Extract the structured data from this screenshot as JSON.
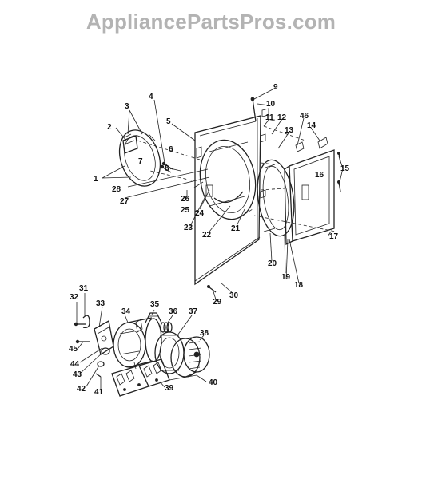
{
  "watermark": "AppliancePartsPros.com",
  "callouts": [
    {
      "label": "1"
    },
    {
      "label": "2"
    },
    {
      "label": "3"
    },
    {
      "label": "4"
    },
    {
      "label": "5"
    },
    {
      "label": "6"
    },
    {
      "label": "7"
    },
    {
      "label": "8"
    },
    {
      "label": "9"
    },
    {
      "label": "10"
    },
    {
      "label": "11"
    },
    {
      "label": "12"
    },
    {
      "label": "13"
    },
    {
      "label": "14"
    },
    {
      "label": "15"
    },
    {
      "label": "16"
    },
    {
      "label": "17"
    },
    {
      "label": "18"
    },
    {
      "label": "19"
    },
    {
      "label": "20"
    },
    {
      "label": "21"
    },
    {
      "label": "22"
    },
    {
      "label": "23"
    },
    {
      "label": "24"
    },
    {
      "label": "25"
    },
    {
      "label": "26"
    },
    {
      "label": "27"
    },
    {
      "label": "28"
    },
    {
      "label": "29"
    },
    {
      "label": "30"
    },
    {
      "label": "31"
    },
    {
      "label": "32"
    },
    {
      "label": "33"
    },
    {
      "label": "34"
    },
    {
      "label": "35"
    },
    {
      "label": "36"
    },
    {
      "label": "37"
    },
    {
      "label": "38"
    },
    {
      "label": "39"
    },
    {
      "label": "40"
    },
    {
      "label": "41"
    },
    {
      "label": "42"
    },
    {
      "label": "43"
    },
    {
      "label": "44"
    },
    {
      "label": "45"
    },
    {
      "label": "46"
    }
  ]
}
